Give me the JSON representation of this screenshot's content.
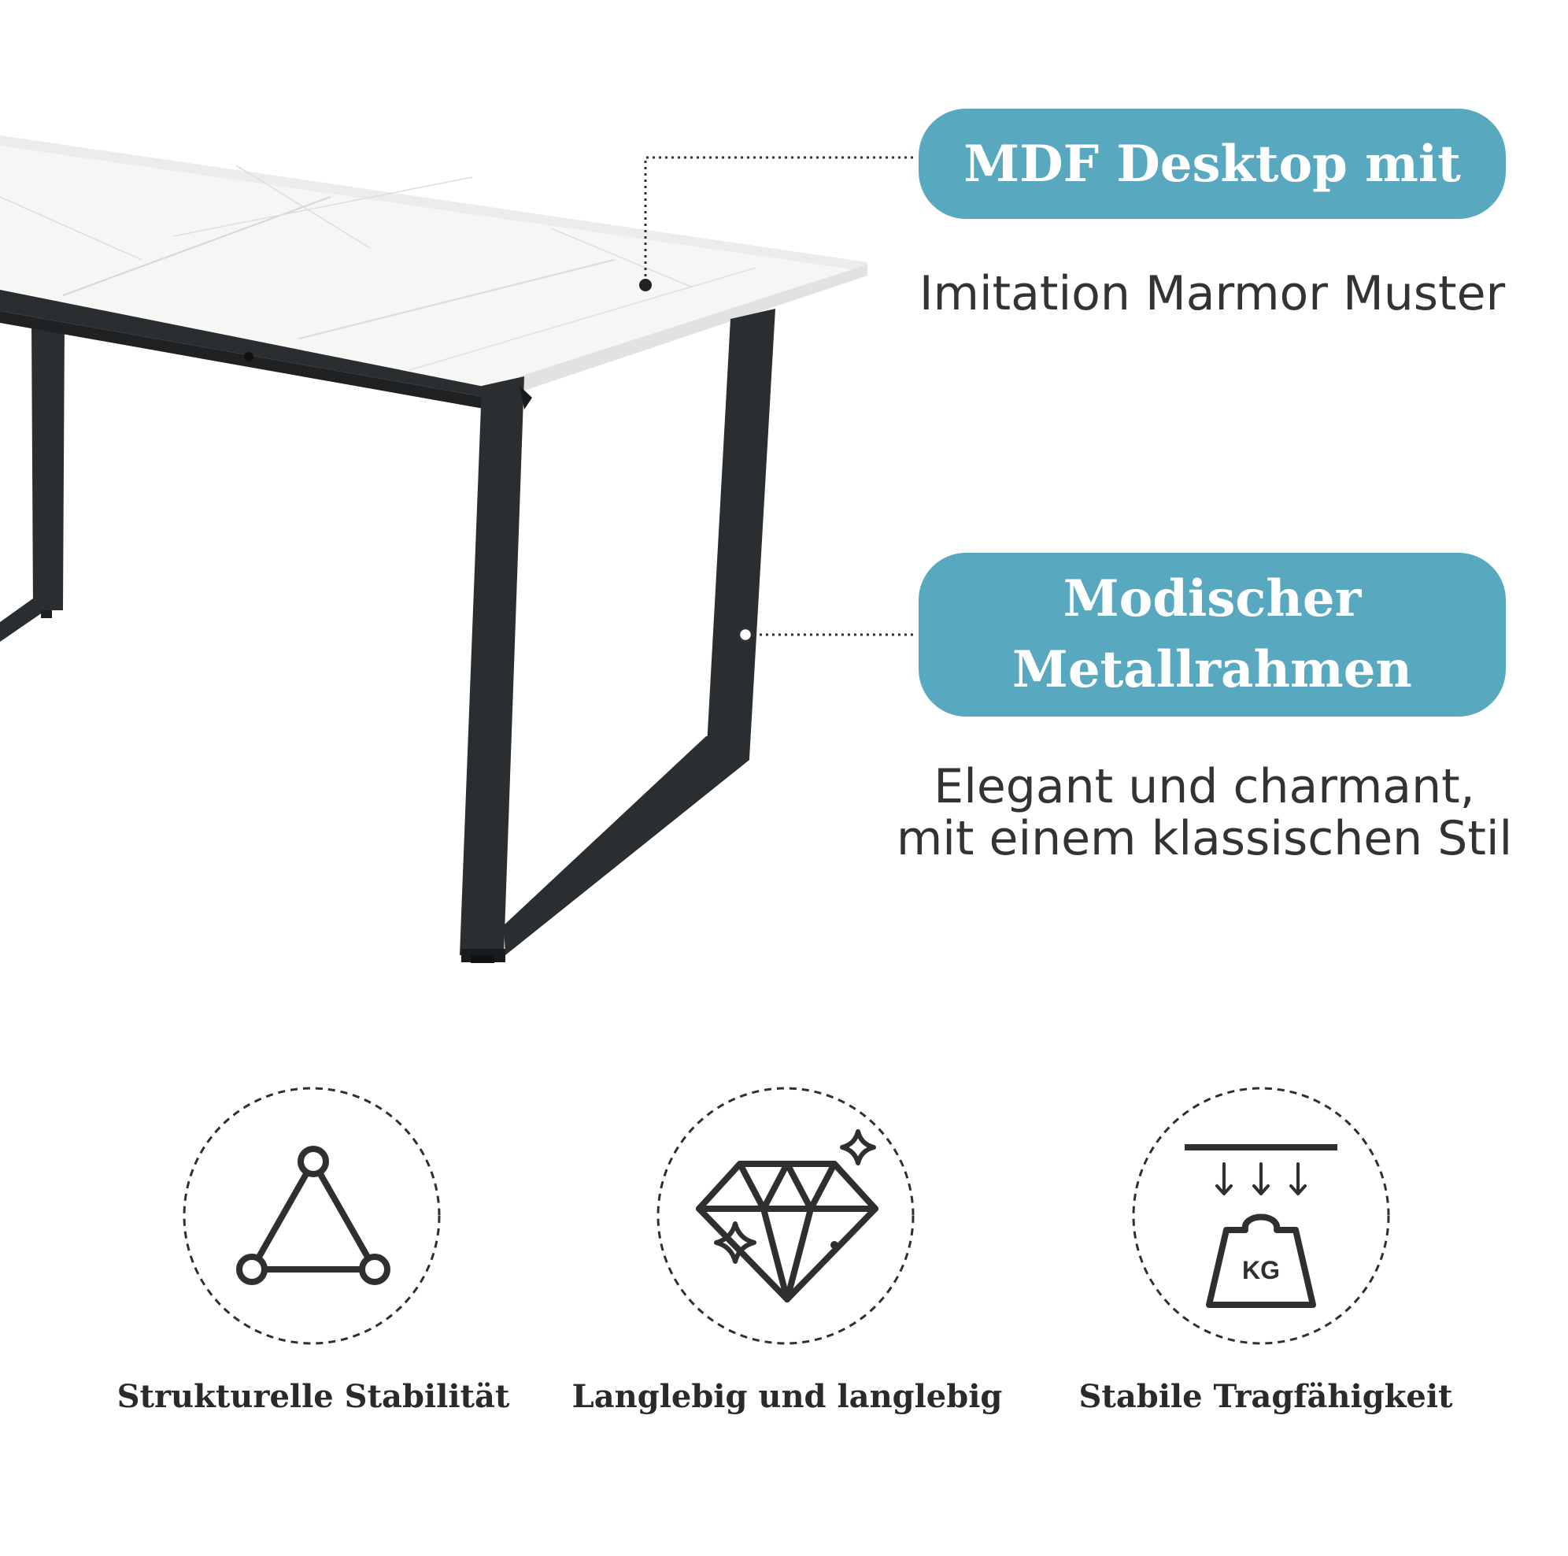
{
  "callouts": [
    {
      "title_lines": [
        "MDF Desktop mit"
      ],
      "description_lines": [
        "Imitation Marmor Muster"
      ]
    },
    {
      "title_lines": [
        "Modischer",
        "Metallrahmen"
      ],
      "description_lines": [
        "Elegant und charmant,",
        "mit einem klassischen Stil"
      ]
    }
  ],
  "features": [
    {
      "icon": "triangle-structure-icon",
      "label": "Strukturelle Stabilität"
    },
    {
      "icon": "diamond-icon",
      "label": "Langlebig und langlebig"
    },
    {
      "icon": "kg-weight-load-icon",
      "label": "Stabile Tragfähigkeit",
      "icon_text": "KG"
    }
  ],
  "colors": {
    "accent": "#58a9bf",
    "frame": "#2b2e30",
    "text": "#333333",
    "tabletop": "#f6f6f5"
  }
}
